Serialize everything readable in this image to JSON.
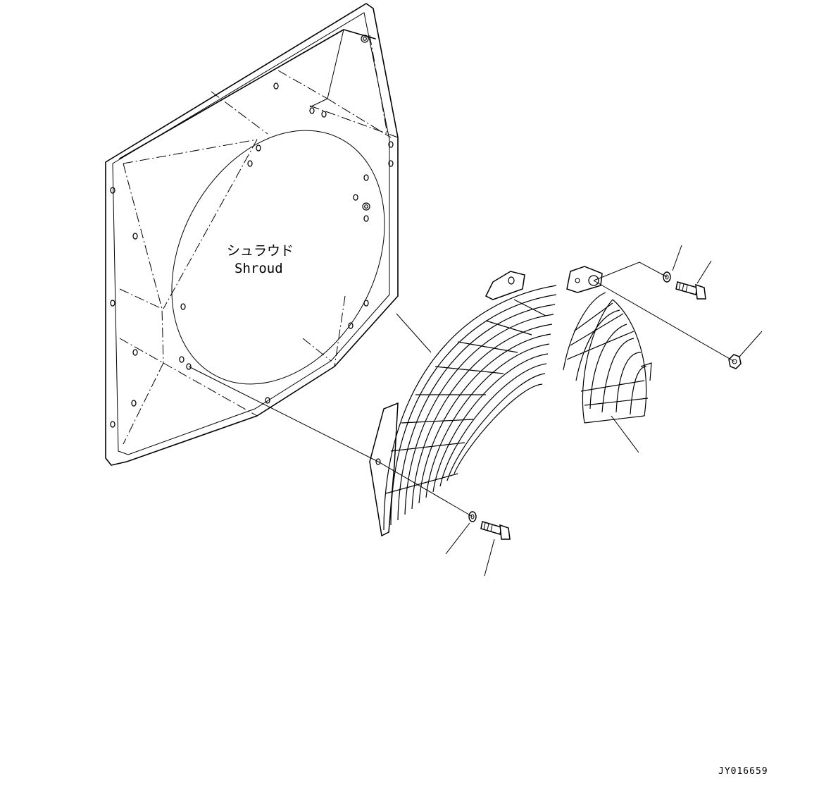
{
  "labels": {
    "shroud_jp": "シュラウド",
    "shroud_en": "Shroud",
    "drawing_code": "JY016659"
  }
}
